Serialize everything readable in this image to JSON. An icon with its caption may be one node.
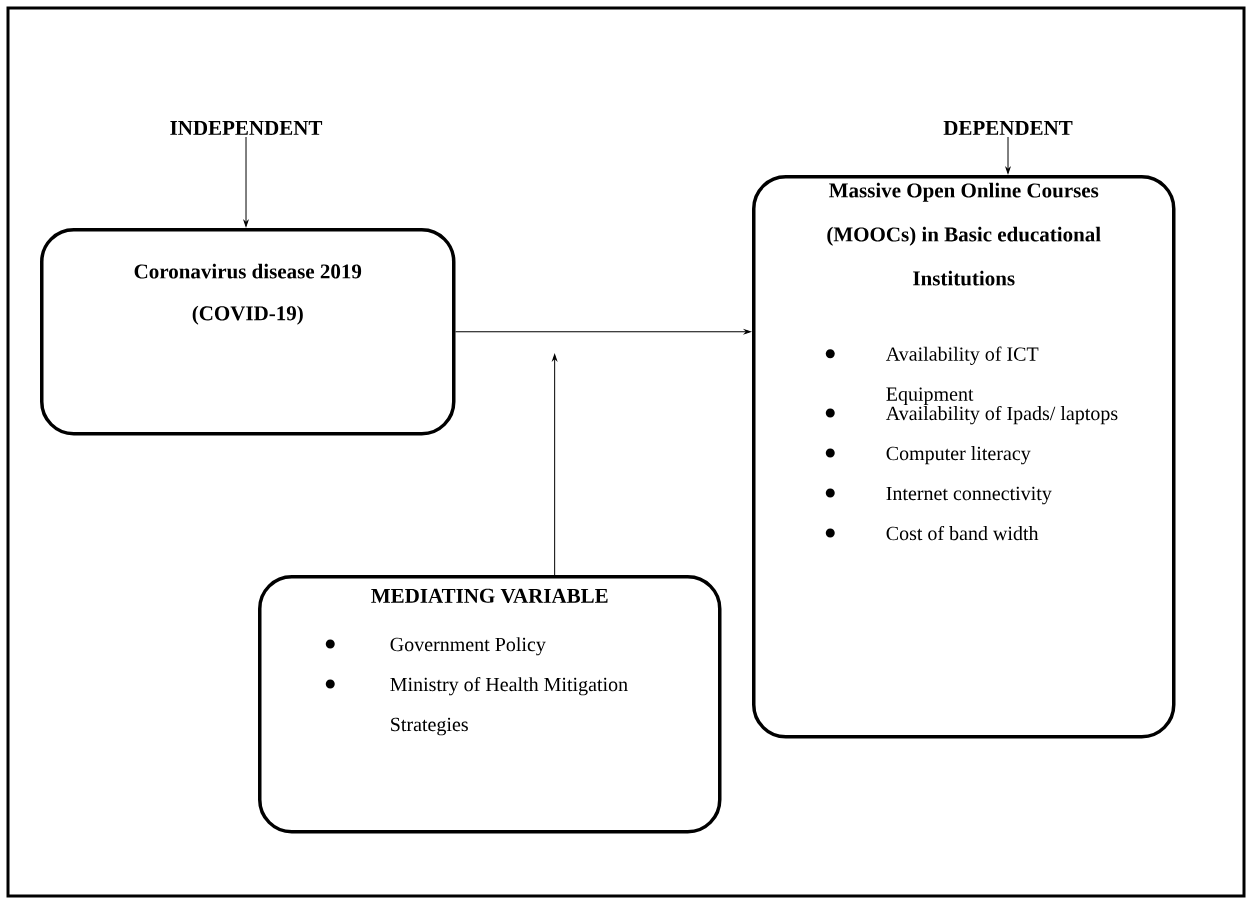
{
  "diagram": {
    "nodes": [
      {
        "text": [
          "INDEPENDENT"
        ]
      },
      {
        "text": [
          "Coronavirus disease 2019",
          "(COVID-19)"
        ]
      },
      {
        "text": [
          "DEPENDENT"
        ]
      },
      {
        "text": [
          "Massive Open Online Courses (MOOCs) in Basic educational Institutions",
          "Availability of ICT Equipment",
          "Availability of Ipads/ laptops",
          "Computer literacy",
          "Internet connectivity",
          "Cost of band width"
        ]
      },
      {
        "text": [
          "MEDIATING VARIABLE",
          "Government Policy",
          "Ministry of Health Mitigation Strategies"
        ]
      }
    ],
    "edges": [
      {
        "from": 0,
        "to": 1,
        "arrow": "to"
      },
      {
        "from": 2,
        "to": 3,
        "arrow": "to"
      },
      {
        "from": 1,
        "to": 3,
        "arrow": "to"
      },
      {
        "from": 4,
        "to": null,
        "arrow": "to"
      }
    ]
  }
}
